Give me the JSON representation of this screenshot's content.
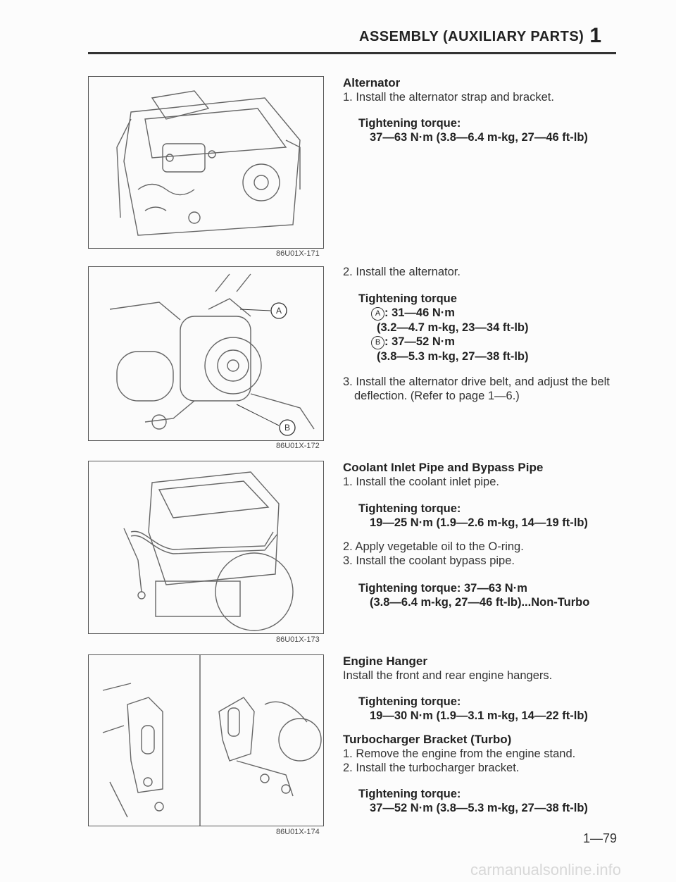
{
  "header": {
    "title": "ASSEMBLY (AUXILIARY PARTS)",
    "chapter": "1"
  },
  "figures": [
    {
      "caption": "86U01X-171"
    },
    {
      "caption": "86U01X-172",
      "callout_a": "A",
      "callout_b": "B"
    },
    {
      "caption": "86U01X-173"
    },
    {
      "caption": "86U01X-174"
    }
  ],
  "alternator": {
    "heading": "Alternator",
    "step1": "1. Install the alternator strap and bracket.",
    "torque1_label": "Tightening torque:",
    "torque1_value": "37—63 N·m (3.8—6.4 m-kg, 27—46 ft-lb)",
    "step2": "2. Install the alternator.",
    "torque2_label": "Tightening torque",
    "torque2_a_mark": "A",
    "torque2_a_value": ": 31—46 N·m",
    "torque2_a_sub": "(3.2—4.7 m-kg, 23—34 ft-lb)",
    "torque2_b_mark": "B",
    "torque2_b_value": ": 37—52 N·m",
    "torque2_b_sub": "(3.8—5.3 m-kg, 27—38 ft-lb)",
    "step3_line1": "3. Install the alternator drive belt, and adjust the belt",
    "step3_line2": "deflection. (Refer to page 1—6.)"
  },
  "coolant": {
    "heading": "Coolant Inlet Pipe and Bypass Pipe",
    "step1": "1. Install the coolant inlet pipe.",
    "torque1_label": "Tightening torque:",
    "torque1_value": "19—25 N·m (1.9—2.6 m-kg, 14—19 ft-lb)",
    "step2": "2. Apply vegetable oil to the O-ring.",
    "step3": "3. Install the coolant bypass pipe.",
    "torque2_line1": "Tightening torque: 37—63 N·m",
    "torque2_line2": "(3.8—6.4 m-kg, 27—46 ft-lb)...Non-Turbo"
  },
  "hanger": {
    "heading": "Engine Hanger",
    "text": "Install the front and rear engine hangers.",
    "torque_label": "Tightening torque:",
    "torque_value": "19—30 N·m (1.9—3.1 m-kg, 14—22 ft-lb)"
  },
  "turbo": {
    "heading": "Turbocharger Bracket (Turbo)",
    "step1": "1. Remove the engine from the engine stand.",
    "step2": "2. Install the turbocharger bracket.",
    "torque_label": "Tightening torque:",
    "torque_value": "37—52 N·m (3.8—5.3 m-kg, 27—38 ft-lb)"
  },
  "page_number": "1—79",
  "watermark": "carmanualsonline.info"
}
